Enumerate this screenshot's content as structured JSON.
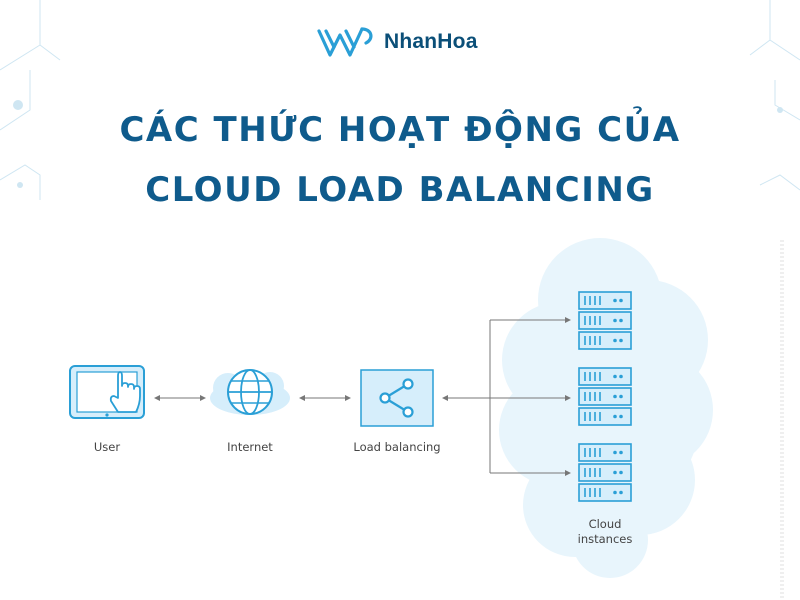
{
  "brand": {
    "name": "NhanHoa"
  },
  "title": {
    "line1": "CÁC THỨC HOẠT ĐỘNG CỦA",
    "line2": "CLOUD LOAD BALANCING"
  },
  "diagram": {
    "nodes": {
      "user": "User",
      "internet": "Internet",
      "load_balancing": "Load balancing",
      "cloud_line1": "Cloud",
      "cloud_line2": "instances"
    }
  },
  "colors": {
    "title": "#0f5b8c",
    "brand_text": "#0b4f78",
    "accent": "#2a9fd6",
    "icon_fill": "#d6eefb",
    "cloud": "#e8f5fc",
    "arrow": "#777777"
  },
  "icons": [
    "tablet-touch-icon",
    "globe-cloud-icon",
    "share-icon",
    "server-rack-icon"
  ]
}
